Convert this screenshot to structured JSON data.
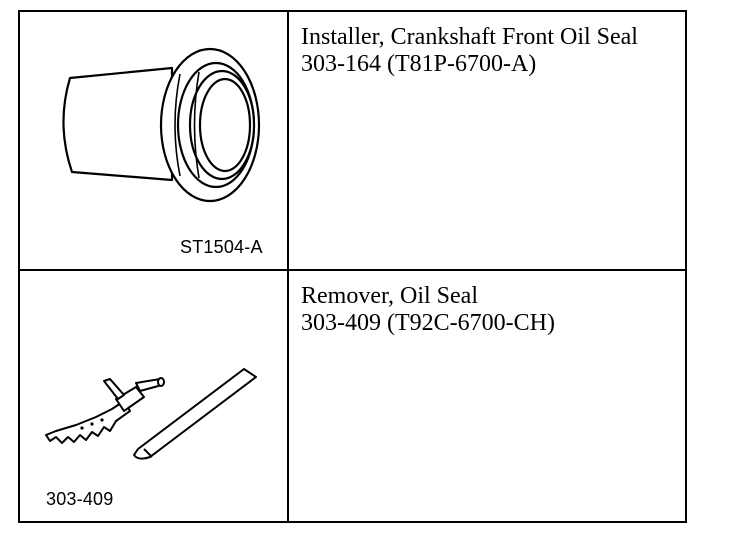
{
  "rows": [
    {
      "figure_code": "ST1504-A",
      "name": "Installer, Crankshaft Front Oil Seal",
      "part_number": "303-164 (T81P-6700-A)"
    },
    {
      "figure_code": "303-409",
      "name": "Remover, Oil Seal",
      "part_number": "303-409 (T92C-6700-CH)"
    }
  ]
}
